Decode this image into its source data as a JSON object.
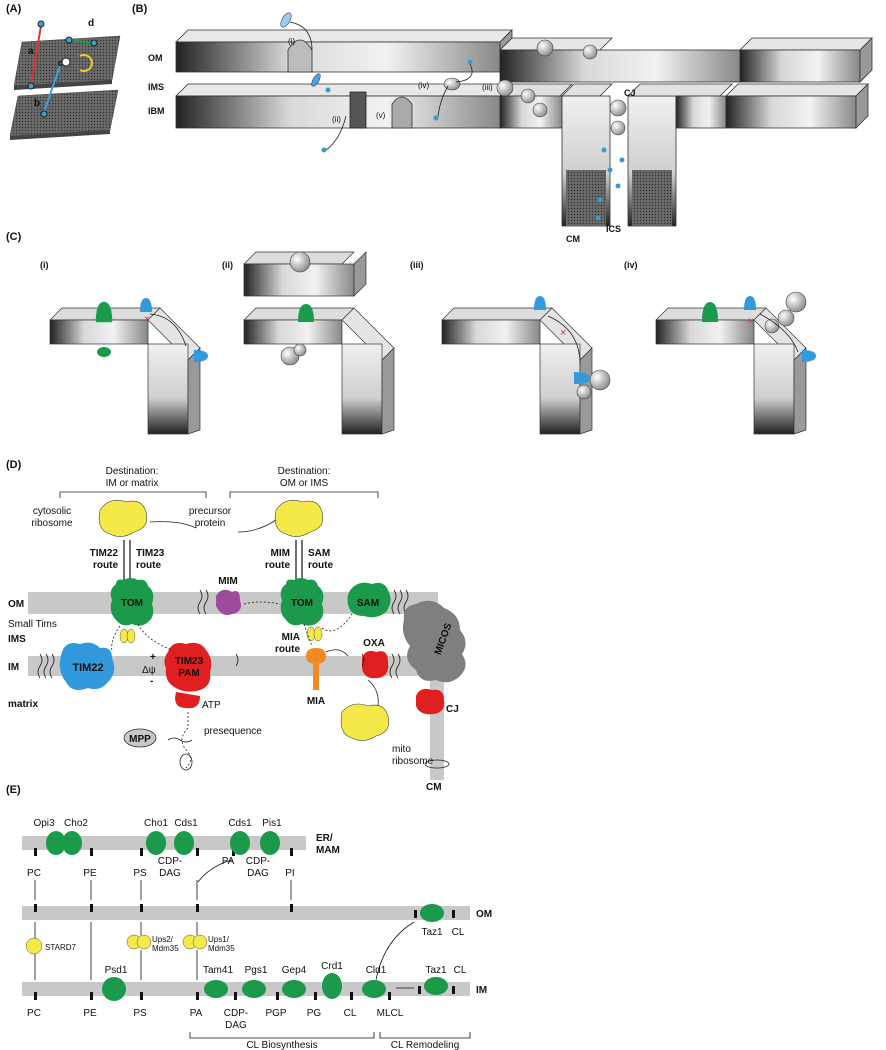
{
  "panels": {
    "A": "(A)",
    "B": "(B)",
    "C": "(C)",
    "D": "(D)",
    "E": "(E)"
  },
  "panel_a": {
    "a": "a",
    "b": "b",
    "c": "c",
    "d": "d"
  },
  "panel_b": {
    "om": "OM",
    "ims": "IMS",
    "ibm": "IBM",
    "cj": "CJ",
    "cm": "CM",
    "ics": "ICS",
    "i": "(i)",
    "ii": "(ii)",
    "iii": "(iii)",
    "iv": "(iv)",
    "v": "(v)"
  },
  "panel_c": {
    "i": "(i)",
    "ii": "(ii)",
    "iii": "(iii)",
    "iv": "(iv)"
  },
  "panel_d": {
    "dest_left": [
      "Destination:",
      "IM or matrix"
    ],
    "dest_right": [
      "Destination:",
      "OM or IMS"
    ],
    "cytosolic_ribosome": [
      "cytosolic",
      "ribosome"
    ],
    "precursor_protein": [
      "precursor",
      "protein"
    ],
    "tim22_route": [
      "TIM22",
      "route"
    ],
    "tim23_route": [
      "TIM23",
      "route"
    ],
    "mim_route": [
      "MIM",
      "route"
    ],
    "sam_route": [
      "SAM",
      "route"
    ],
    "mim": "MIM",
    "tom": "TOM",
    "sam": "SAM",
    "om": "OM",
    "ims": "IMS",
    "im": "IM",
    "matrix": "matrix",
    "small_tims": "Small Tims",
    "tim22": "TIM22",
    "tim23_pam": [
      "TIM23",
      "PAM"
    ],
    "delta_psi": "Δψ",
    "plus": "+",
    "minus": "-",
    "atp": "ATP",
    "mpp": "MPP",
    "presequence": "presequence",
    "mia_route": [
      "MIA",
      "route"
    ],
    "mia": "MIA",
    "oxa": "OXA",
    "micos": "MICOS",
    "cj": "CJ",
    "cm": "CM",
    "mito_ribosome": [
      "mito",
      "ribosome"
    ]
  },
  "panel_e": {
    "er_mam": [
      "ER/",
      "MAM"
    ],
    "om": "OM",
    "im": "IM",
    "opi3": "Opi3",
    "cho2": "Cho2",
    "cho1": "Cho1",
    "cds1a": "Cds1",
    "cds1b": "Cds1",
    "pis1": "Pis1",
    "pc_top": "PC",
    "pe_top": "PE",
    "ps_top": "PS",
    "pa_top": "PA",
    "cdp_top1": [
      "CDP-",
      "DAG"
    ],
    "cdp_top2": [
      "CDP-",
      "DAG"
    ],
    "pi": "PI",
    "stard7": "STARD7",
    "ups2": [
      "Ups2/",
      "Mdm35"
    ],
    "ups1": [
      "Ups1/",
      "Mdm35"
    ],
    "psd1": "Psd1",
    "tam41": "Tam41",
    "pgs1": "Pgs1",
    "gep4": "Gep4",
    "crd1": "Crd1",
    "cld1": "Cld1",
    "taz1_om": "Taz1",
    "cl_om": "CL",
    "taz1_im": "Taz1",
    "cl_im": "CL",
    "pc_bot": "PC",
    "pe_bot": "PE",
    "ps_bot": "PS",
    "pa_bot": "PA",
    "cdp_bot": [
      "CDP-",
      "DAG"
    ],
    "pgp": "PGP",
    "pg": "PG",
    "cl_bot": "CL",
    "mlcl": "MLCL",
    "cl_biosynthesis": "CL Biosynthesis",
    "cl_remodeling": "CL Remodeling"
  },
  "colors": {
    "green": "#1a9a4a",
    "yellow": "#f5e94a",
    "red": "#e02020",
    "blue": "#3399dd",
    "purple": "#9b4d9b",
    "orange": "#f08a24",
    "gray": "#8c8c8c",
    "membrane": "#c8c8c8"
  }
}
